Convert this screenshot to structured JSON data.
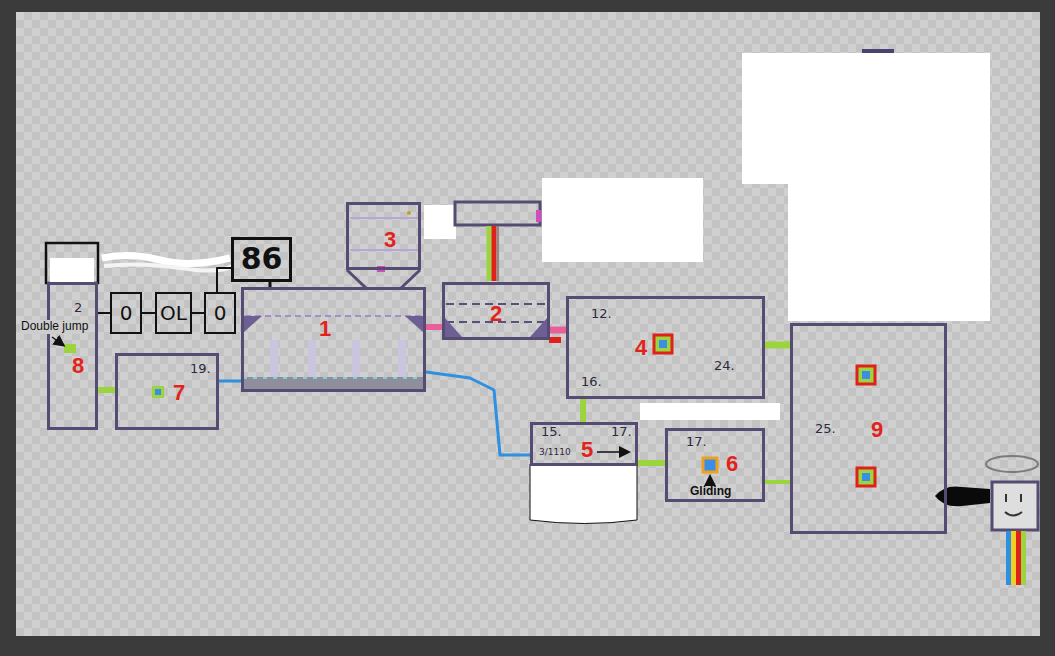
{
  "diagram": {
    "nodes": [
      {
        "text": [
          "2",
          "8"
        ]
      },
      {
        "text": [
          "0"
        ]
      },
      {
        "text": [
          "OL"
        ]
      },
      {
        "text": [
          "0"
        ]
      },
      {
        "text": [
          "86"
        ]
      },
      {
        "text": [
          "19.",
          "7"
        ]
      },
      {
        "text": [
          "1"
        ]
      },
      {
        "text": [
          "3"
        ]
      },
      {
        "text": [
          "2"
        ]
      },
      {
        "text": [
          "12.",
          "4",
          "16.",
          "24."
        ]
      },
      {
        "text": [
          "15.",
          "3/1110",
          "17.",
          "5"
        ]
      },
      {
        "text": [
          "17.",
          "6",
          "Gliding"
        ]
      },
      {
        "text": [
          "25.",
          "9"
        ]
      }
    ],
    "edges": [
      {
        "from": 0,
        "to": 1,
        "arrow": "none"
      },
      {
        "from": 1,
        "to": 2,
        "arrow": "none"
      },
      {
        "from": 2,
        "to": 3,
        "arrow": "none"
      },
      {
        "from": 3,
        "to": 4,
        "arrow": "none"
      },
      {
        "from": 0,
        "to": 5,
        "arrow": "none"
      },
      {
        "from": 5,
        "to": 6,
        "arrow": "none"
      },
      {
        "from": 6,
        "to": 8,
        "arrow": "none"
      },
      {
        "from": 6,
        "to": 10,
        "arrow": "none"
      },
      {
        "from": 8,
        "to": 9,
        "arrow": "none"
      },
      {
        "from": 9,
        "to": 10,
        "arrow": "none"
      },
      {
        "from": 10,
        "to": 11,
        "arrow": "none"
      },
      {
        "from": 9,
        "to": 12,
        "arrow": "none"
      },
      {
        "from": 11,
        "to": 12,
        "arrow": "none"
      }
    ],
    "labels": [
      "Double jump"
    ]
  }
}
